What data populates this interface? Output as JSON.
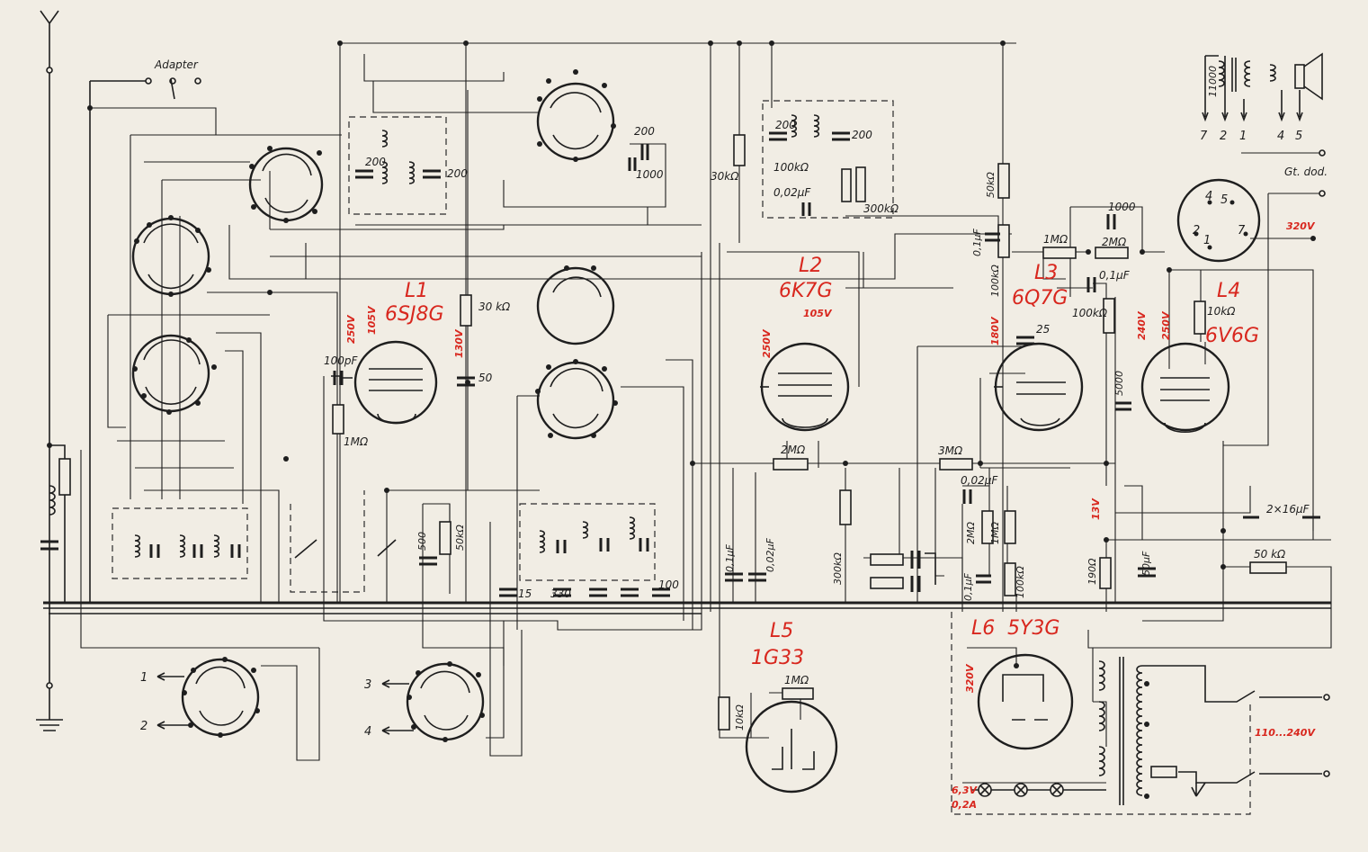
{
  "tubes": {
    "L1": {
      "ref": "L1",
      "type": "6SJ8G",
      "v1": "250V",
      "v2": "105V",
      "v3": "130V"
    },
    "L2": {
      "ref": "L2",
      "type": "6K7G",
      "v1": "250V",
      "v2": "105V"
    },
    "L3": {
      "ref": "L3",
      "type": "6Q7G",
      "v1": "180V"
    },
    "L4": {
      "ref": "L4",
      "type": "6V6G",
      "v1": "240V",
      "v2": "250V"
    },
    "L5": {
      "ref": "L5",
      "type": "1G33"
    },
    "L6": {
      "ref": "L6",
      "type": "5Y3G",
      "v1": "320V"
    }
  },
  "red_labels": {
    "b_plus": "320V",
    "mains": "110...240V",
    "heater_v": "6,3V",
    "heater_a": "0,2A",
    "tone": "13V"
  },
  "inputs": {
    "adapter": "Adapter",
    "gt_dod": "Gt. dod."
  },
  "components": {
    "r_30k_a": "30 kΩ",
    "c_100p": "100pF",
    "r_1m_a": "1MΩ",
    "c_50": "50",
    "c_200_a": "200",
    "c_200_b": "200",
    "c_200_c": "200",
    "c_1000_a": "1000",
    "r_30k_b": "30kΩ",
    "c_200_d": "200",
    "c_200_e": "200",
    "r_100k_a": "100kΩ",
    "c_002_a": "0,02μF",
    "r_300k_a": "300kΩ",
    "r_2m_a": "2MΩ",
    "c_01_a": "0,1μF",
    "c_002_b": "0,02μF",
    "r_300k_b": "300kΩ",
    "r_50k_a": "50kΩ",
    "c_01_b": "0,1μF",
    "r_100k_b": "100kΩ",
    "r_1m_b": "1MΩ",
    "r_2m_b": "2MΩ",
    "c_1000_b": "1000",
    "c_01_c": "0,1μF",
    "r_100k_c": "100kΩ",
    "c_25": "25",
    "r_10k_a": "10kΩ",
    "c_5000": "5000",
    "r_3m": "3MΩ",
    "c_002_c": "0,02μF",
    "r_2m_c": "2MΩ",
    "r_1m_c": "1MΩ",
    "r_100k_d": "100kΩ",
    "c_01_d": "0,1μF",
    "c_2x16": "2×16μF",
    "r_190": "190Ω",
    "c_50u": "50μF",
    "r_50k_b": "50 kΩ",
    "c_500": "500",
    "r_50k_c": "50kΩ",
    "c_15": "15",
    "c_330": "330",
    "c_100": "100",
    "r_1m_d": "1MΩ",
    "r_10k_b": "10kΩ",
    "c_11000": "11000"
  },
  "terminals": {
    "t1": "1",
    "t2": "2",
    "t3": "3",
    "t4": "4",
    "sp7": "7",
    "sp2": "2",
    "sp1": "1",
    "sp4": "4",
    "sp5": "5",
    "o4": "4",
    "o5": "5",
    "o2": "2",
    "o1": "1",
    "o7": "7"
  }
}
